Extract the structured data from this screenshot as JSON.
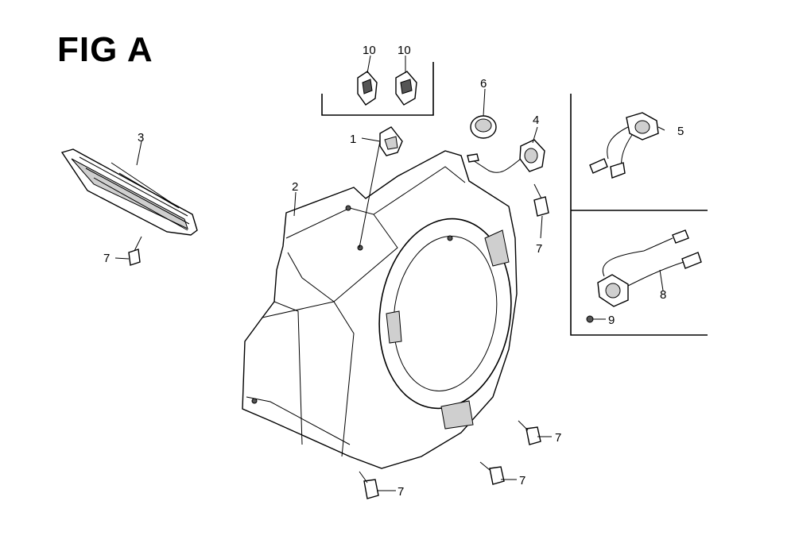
{
  "figure": {
    "title": "FIG A"
  },
  "callouts": [
    {
      "id": "c1",
      "label": "1"
    },
    {
      "id": "c2",
      "label": "2"
    },
    {
      "id": "c3",
      "label": "3"
    },
    {
      "id": "c4",
      "label": "4"
    },
    {
      "id": "c5",
      "label": "5"
    },
    {
      "id": "c6",
      "label": "6"
    },
    {
      "id": "c7a",
      "label": "7"
    },
    {
      "id": "c7b",
      "label": "7"
    },
    {
      "id": "c7c",
      "label": "7"
    },
    {
      "id": "c7d",
      "label": "7"
    },
    {
      "id": "c7e",
      "label": "7"
    },
    {
      "id": "c8",
      "label": "8"
    },
    {
      "id": "c9",
      "label": "9"
    },
    {
      "id": "c10a",
      "label": "10"
    },
    {
      "id": "c10b",
      "label": "10"
    }
  ]
}
